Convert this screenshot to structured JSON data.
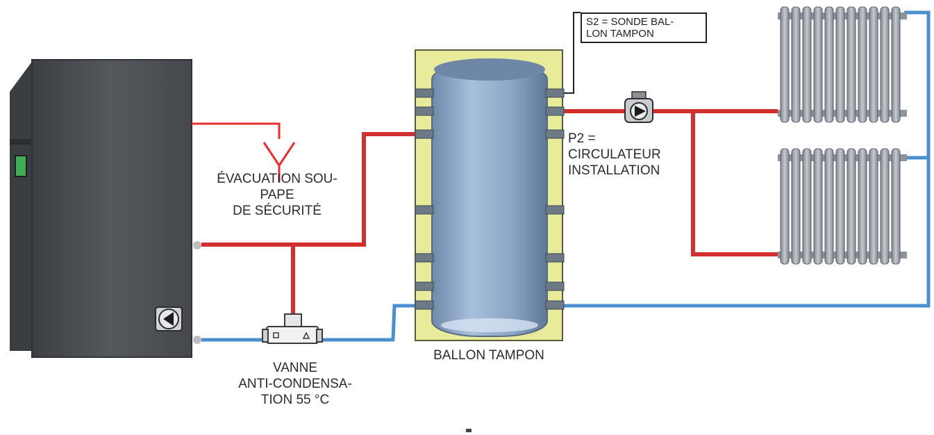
{
  "labels": {
    "relief": [
      "ÉVACUATION SOU-",
      "PAPE",
      "DE SÉCURITÉ"
    ],
    "probe": [
      "S2 = SONDE BAL-",
      "LON TAMPON"
    ],
    "circulator": [
      "P2 =",
      "CIRCULATEUR",
      "INSTALLATION"
    ],
    "tank": "BALLON TAMPON",
    "valve": [
      "VANNE",
      "ANTI-CONDENSA-",
      "TION 55 °C"
    ]
  },
  "colors": {
    "hot_pipe": "#d32f2f",
    "cold_pipe": "#4a8fd1",
    "relief_line": "#ef2b2b",
    "boiler": "#4a4d52",
    "tank_body": "#8fa9c9",
    "tank_insulation": "#e8eb9a",
    "radiator": "#9aa0a8"
  },
  "icons": {
    "pump": "circulator-pump-icon",
    "valve": "mixing-valve-icon",
    "boiler_pump": "play-left-icon"
  }
}
